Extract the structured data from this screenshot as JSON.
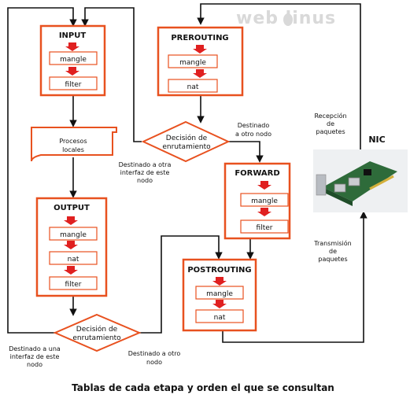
{
  "watermark": "web linus",
  "chains": {
    "input": {
      "title": "INPUT",
      "tables": [
        "mangle",
        "filter"
      ]
    },
    "prerouting": {
      "title": "PREROUTING",
      "tables": [
        "mangle",
        "nat"
      ]
    },
    "output": {
      "title": "OUTPUT",
      "tables": [
        "mangle",
        "nat",
        "filter"
      ]
    },
    "forward": {
      "title": "FORWARD",
      "tables": [
        "mangle",
        "filter"
      ]
    },
    "postrouting": {
      "title": "POSTROUTING",
      "tables": [
        "mangle",
        "nat"
      ]
    }
  },
  "local_processes": [
    "Procesos",
    "locales"
  ],
  "decision_top": [
    "Decisión de",
    "enrutamiento"
  ],
  "decision_bottom": [
    "Decisión de",
    "enrutamiento"
  ],
  "labels": {
    "dest_other_top": [
      "Destinado",
      "a otro  nodo"
    ],
    "dest_local_other": [
      "Destinado a otra",
      "interfaz de este",
      "nodo"
    ],
    "dest_local_bottom": [
      "Destinado a una",
      "interfaz de este",
      "nodo"
    ],
    "dest_other_bottom": [
      "Destinado a otro",
      "nodo"
    ],
    "reception": [
      "Recepción",
      "de",
      "paquetes"
    ],
    "transmission": [
      "Transmisión",
      "de",
      "paquetes"
    ],
    "nic": "NIC"
  },
  "caption": "Tablas de cada etapa y orden el que se consultan",
  "colors": {
    "chain_border": "#e8511f",
    "table_border": "#e8511f",
    "arrow_red": "#e02020",
    "line": "#111111"
  }
}
